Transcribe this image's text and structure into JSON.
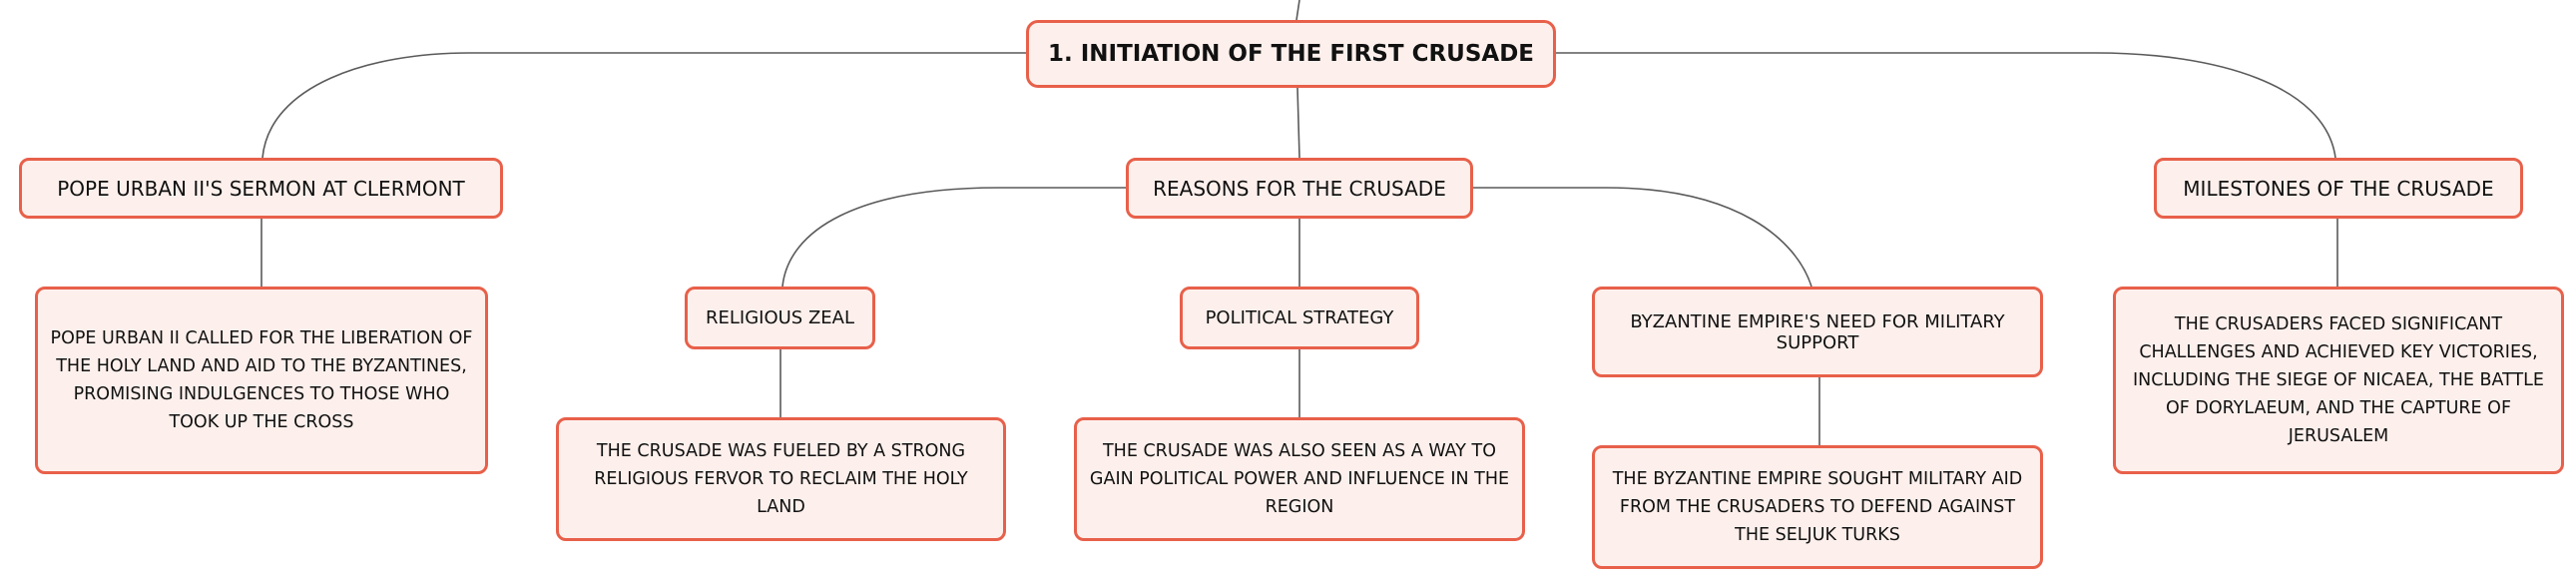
{
  "colors": {
    "node_fill": "#fdf0ec",
    "node_border": "#e8604a",
    "connector": "#5a5a5a",
    "text": "#111111"
  },
  "root": {
    "title": "1. INITIATION OF THE FIRST CRUSADE"
  },
  "branches": {
    "sermon": {
      "title": "POPE URBAN II'S SERMON AT CLERMONT",
      "detail": "POPE URBAN II CALLED FOR THE LIBERATION OF THE HOLY LAND AND AID TO THE BYZANTINES, PROMISING INDULGENCES TO THOSE WHO TOOK UP THE CROSS"
    },
    "reasons": {
      "title": "REASONS FOR THE CRUSADE",
      "religious": {
        "title": "RELIGIOUS ZEAL",
        "detail": "THE CRUSADE WAS FUELED BY A STRONG RELIGIOUS FERVOR TO RECLAIM THE HOLY LAND"
      },
      "political": {
        "title": "POLITICAL STRATEGY",
        "detail": "THE CRUSADE WAS ALSO SEEN AS A WAY TO GAIN POLITICAL POWER AND INFLUENCE IN THE REGION"
      },
      "byzantine": {
        "title": "BYZANTINE EMPIRE'S NEED FOR MILITARY SUPPORT",
        "detail": "THE BYZANTINE EMPIRE SOUGHT MILITARY AID FROM THE CRUSADERS TO DEFEND AGAINST THE SELJUK TURKS"
      }
    },
    "milestones": {
      "title": "MILESTONES OF THE CRUSADE",
      "detail": "THE CRUSADERS FACED SIGNIFICANT CHALLENGES AND ACHIEVED KEY VICTORIES, INCLUDING THE SIEGE OF NICAEA, THE BATTLE OF DORYLAEUM, AND THE CAPTURE OF JERUSALEM"
    }
  }
}
